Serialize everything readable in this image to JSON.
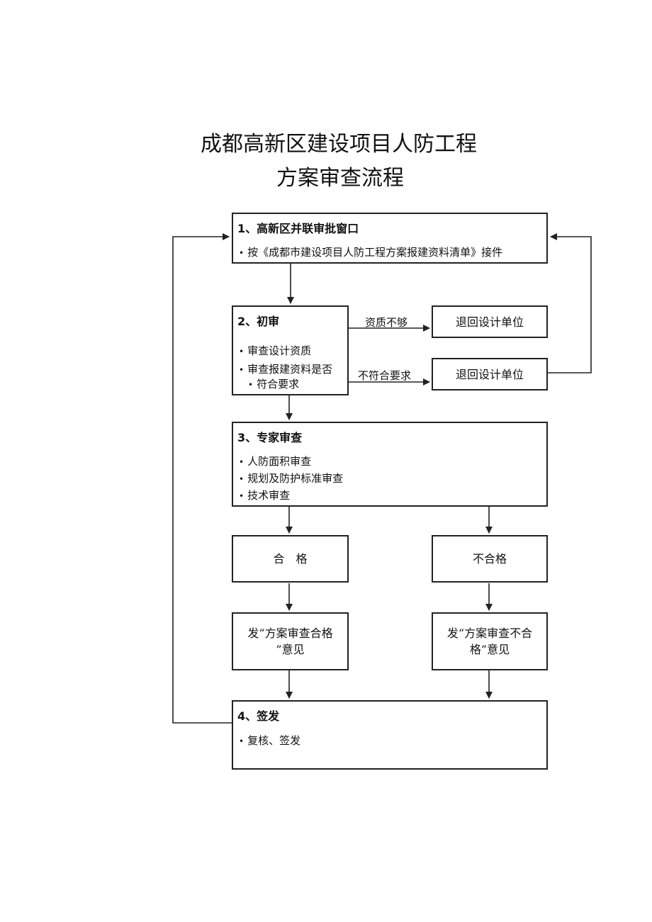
{
  "title": {
    "line1": "成都高新区建设项目人防工程",
    "line2": "方案审查流程"
  },
  "step1": {
    "heading": "1、高新区并联审批窗口",
    "bullets": [
      "按《成都市建设项目人防工程方案报建资料清单》接件"
    ]
  },
  "step2": {
    "heading": "2、初审",
    "bullets": [
      "审查设计资质",
      "审查报建资料是否",
      "符合要求"
    ]
  },
  "side_checks": [
    {
      "condition": "资质不够",
      "result": "退回设计单位"
    },
    {
      "condition": "不符合要求",
      "result": "退回设计单位"
    }
  ],
  "step3": {
    "heading": "3、专家审查",
    "bullets": [
      "人防面积审查",
      "规划及防护标准审查",
      "技术审查"
    ]
  },
  "outcomes": {
    "pass": {
      "label": "合　格",
      "opinion_line1": "发“方案审查合格",
      "opinion_line2": "”意见"
    },
    "fail": {
      "label": "不合格",
      "opinion_line1": "发“方案审查不合",
      "opinion_line2": "格”意见"
    }
  },
  "step4": {
    "heading": "4、签发",
    "bullets": [
      "复核、签发"
    ]
  }
}
